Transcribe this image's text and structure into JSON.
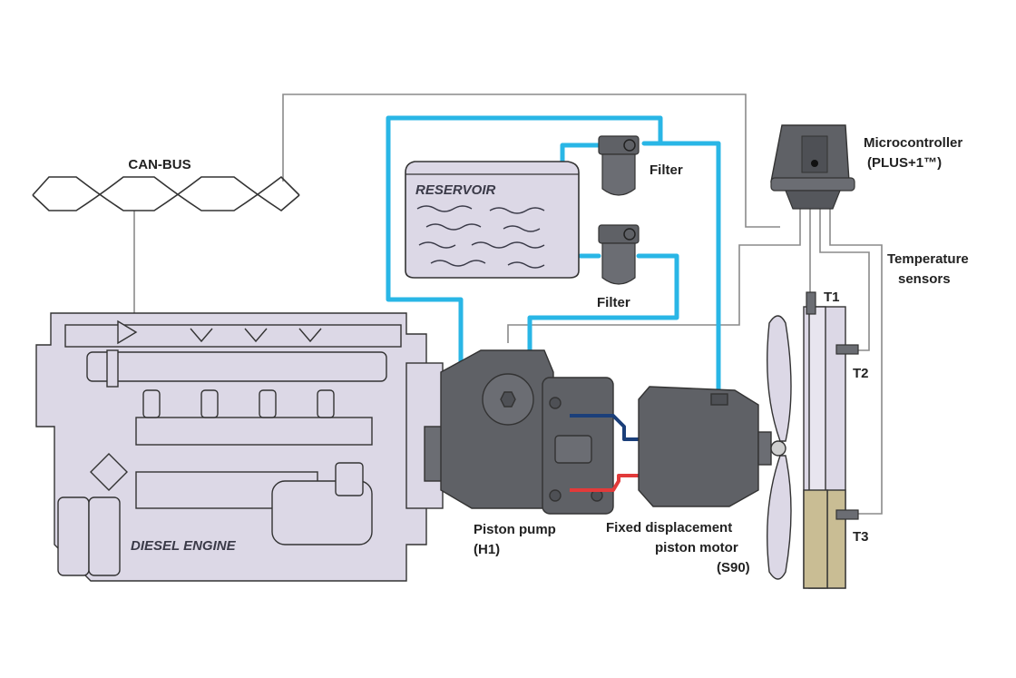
{
  "labels": {
    "can_bus": "CAN-BUS",
    "reservoir": "RESERVOIR",
    "filter_top": "Filter",
    "filter_bottom": "Filter",
    "microcontroller_line1": "Microcontroller",
    "microcontroller_line2": "(PLUS+1™)",
    "temperature_line1": "Temperature",
    "temperature_line2": "sensors",
    "t1": "T1",
    "t2": "T2",
    "t3": "T3",
    "pump_line1": "Piston pump",
    "pump_line2": "(H1)",
    "motor_line1": "Fixed displacement",
    "motor_line2": "piston motor",
    "motor_line3": "(S90)",
    "engine": "DIESEL ENGINE"
  },
  "colors": {
    "hydraulic_line": "#29b6e6",
    "hot_line": "#e23a3a",
    "cold_line": "#1b3f7a",
    "signal_wire": "#8a8a8a",
    "engine_fill": "#dcd8e6",
    "component_fill": "#5f6166",
    "coolant_fill": "#c9bd94"
  }
}
